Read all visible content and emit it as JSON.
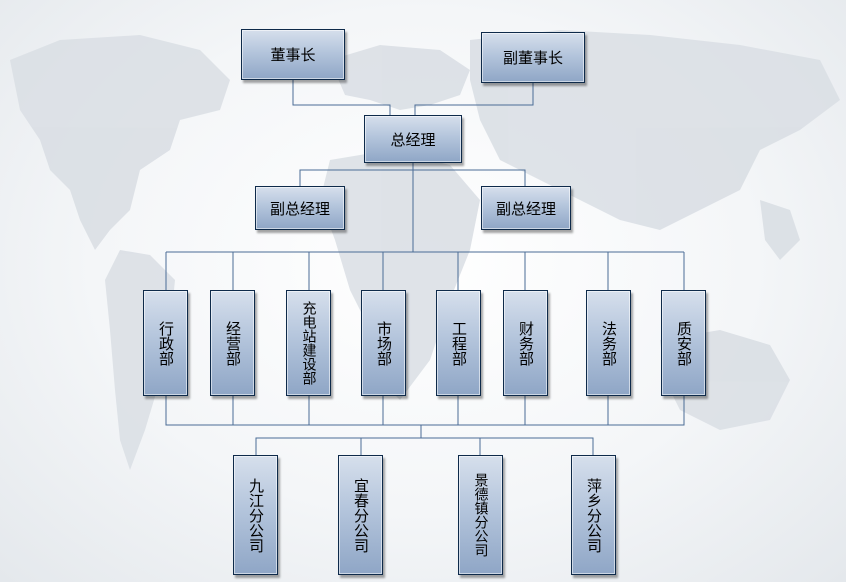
{
  "chairman": "董事长",
  "vice_chairman": "副董事长",
  "general_manager": "总经理",
  "deputy_gms": [
    "副总经理",
    "副总经理"
  ],
  "departments": [
    "行政部",
    "经营部",
    "充电站建设部",
    "市场部",
    "工程部",
    "财务部",
    "法务部",
    "质安部"
  ],
  "branches": [
    "九江分公司",
    "宜春分公司",
    "景德镇分公司",
    "萍乡分公司"
  ],
  "colors": {
    "box_top": "#d6dfec",
    "box_bottom": "#8fa6c6",
    "border": "#0e2a4a",
    "line": "#4b6c96",
    "map": "#d8dde3"
  }
}
